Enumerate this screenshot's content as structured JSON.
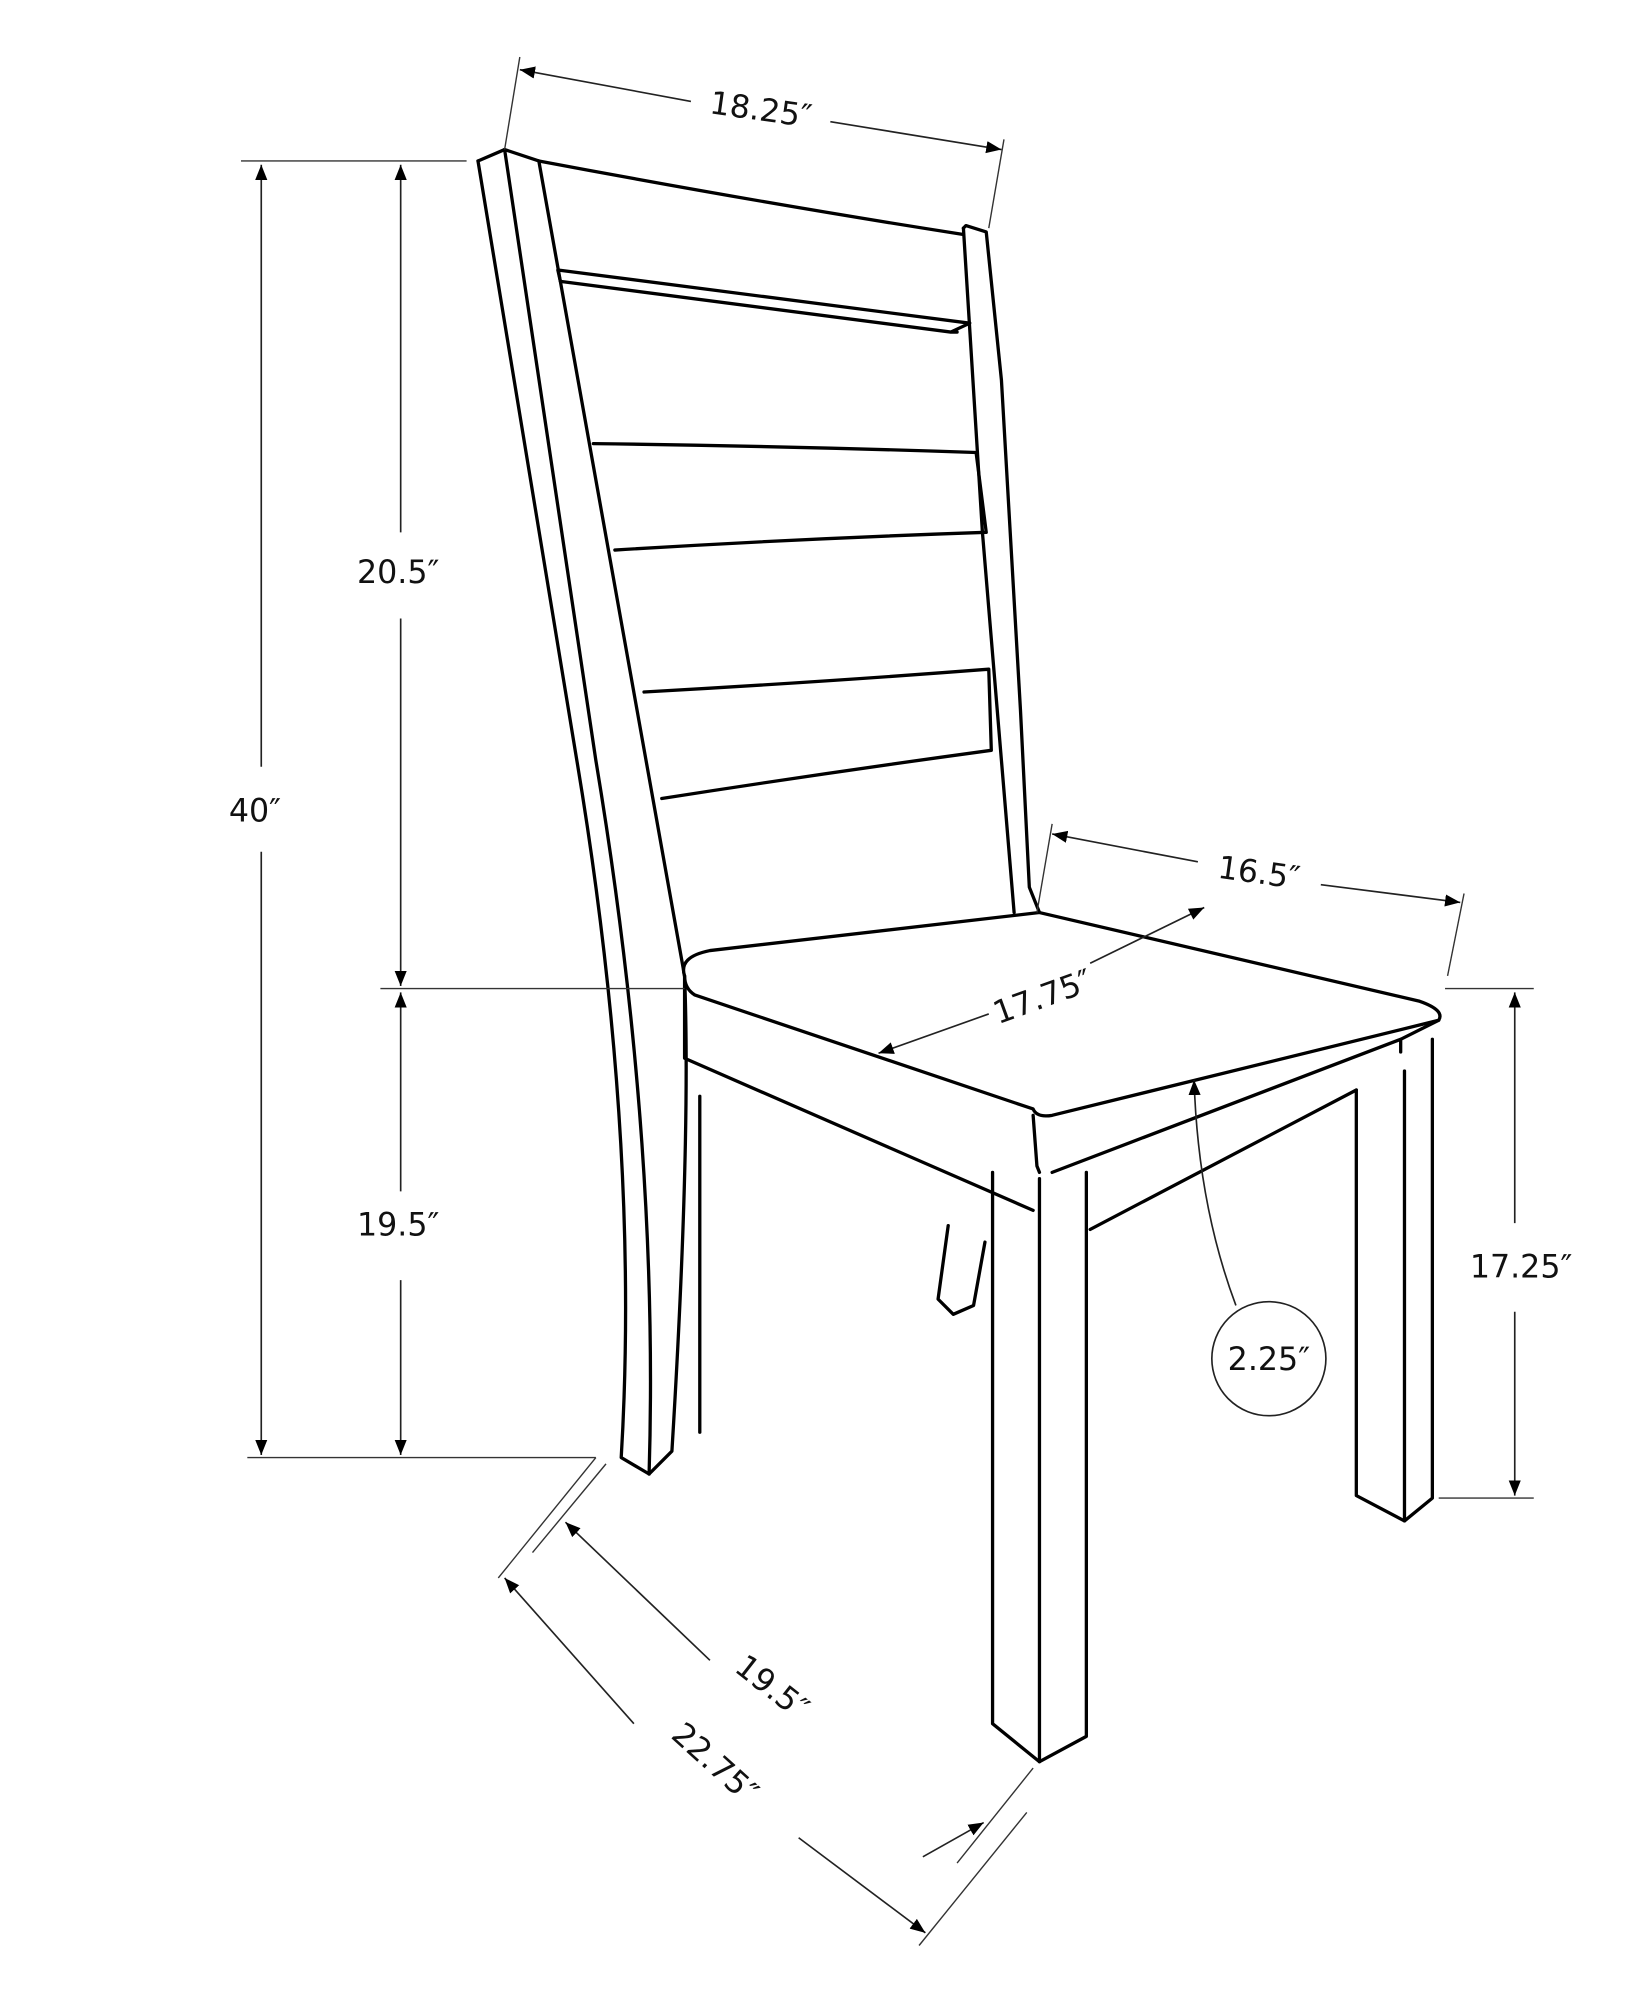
{
  "diagram": {
    "subject": "Ladder-back dining chair dimension drawing",
    "line_color": "#000000",
    "background": "#ffffff",
    "dimensions": {
      "back_width": "18.25″",
      "total_height": "40″",
      "back_height": "20.5″",
      "seat_height": "19.5″",
      "seat_depth": "16.5″",
      "seat_width": "17.75″",
      "apron_to_floor": "17.25″",
      "seat_thickness": "2.25″",
      "leg_depth": "19.5″",
      "overall_depth": "22.75″"
    }
  }
}
